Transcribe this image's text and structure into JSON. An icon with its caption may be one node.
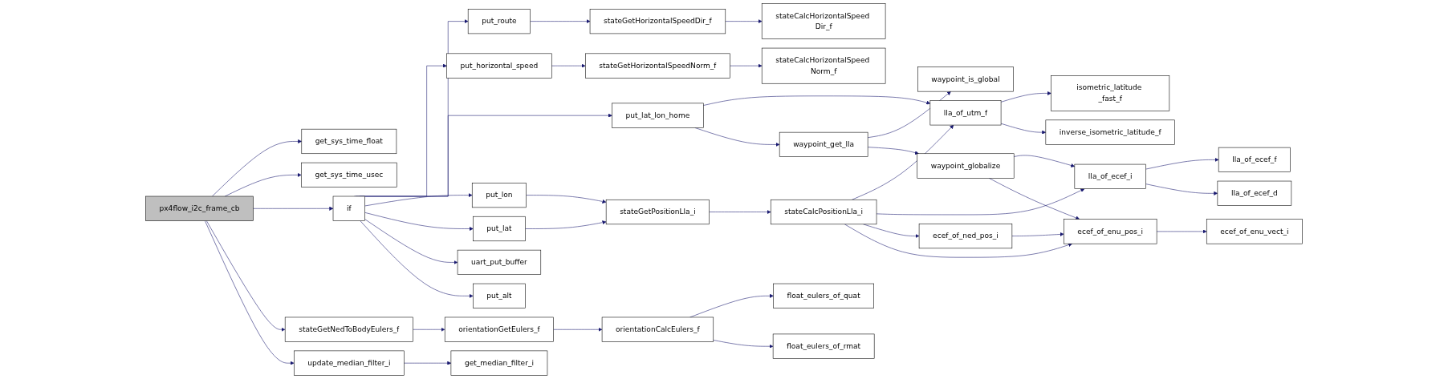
{
  "diagram": {
    "nodes": [
      {
        "text": [
          "px4flow_i2c_frame_cb"
        ]
      },
      {
        "text": [
          "get_sys_time_float"
        ]
      },
      {
        "text": [
          "get_sys_time_usec"
        ]
      },
      {
        "text": [
          "if"
        ]
      },
      {
        "text": [
          "stateGetNedToBodyEulers_f"
        ]
      },
      {
        "text": [
          "update_median_filter_i"
        ]
      },
      {
        "text": [
          "put_route"
        ]
      },
      {
        "text": [
          "put_horizontal_speed"
        ]
      },
      {
        "text": [
          "put_lat_lon_home"
        ]
      },
      {
        "text": [
          "put_lon"
        ]
      },
      {
        "text": [
          "put_lat"
        ]
      },
      {
        "text": [
          "uart_put_buffer"
        ]
      },
      {
        "text": [
          "put_alt"
        ]
      },
      {
        "text": [
          "orientationGetEulers_f"
        ]
      },
      {
        "text": [
          "get_median_filter_i"
        ]
      },
      {
        "text": [
          "stateGetHorizontalSpeedDir_f"
        ]
      },
      {
        "text": [
          "stateGetHorizontalSpeedNorm_f"
        ]
      },
      {
        "text": [
          "waypoint_get_lla"
        ]
      },
      {
        "text": [
          "stateGetPositionLla_i"
        ]
      },
      {
        "text": [
          "orientationCalcEulers_f"
        ]
      },
      {
        "text": [
          "stateCalcHorizontalSpeed Dir_f"
        ]
      },
      {
        "text": [
          "stateCalcHorizontalSpeed Norm_f"
        ]
      },
      {
        "text": [
          "waypoint_is_global"
        ]
      },
      {
        "text": [
          "waypoint_globalize"
        ]
      },
      {
        "text": [
          "stateCalcPositionLla_i"
        ]
      },
      {
        "text": [
          "float_eulers_of_quat"
        ]
      },
      {
        "text": [
          "float_eulers_of_rmat"
        ]
      },
      {
        "text": [
          "lla_of_utm_f"
        ]
      },
      {
        "text": [
          "lla_of_ecef_i"
        ]
      },
      {
        "text": [
          "ecef_of_ned_pos_i"
        ]
      },
      {
        "text": [
          "ecef_of_enu_pos_i"
        ]
      },
      {
        "text": [
          "isometric_latitude _fast_f"
        ]
      },
      {
        "text": [
          "inverse_isometric_latitude_f"
        ]
      },
      {
        "text": [
          "lla_of_ecef_f"
        ]
      },
      {
        "text": [
          "lla_of_ecef_d"
        ]
      },
      {
        "text": [
          "ecef_of_enu_vect_i"
        ]
      }
    ],
    "edges": [
      {
        "from": 0,
        "to": 1,
        "arrow": "to"
      },
      {
        "from": 0,
        "to": 2,
        "arrow": "to"
      },
      {
        "from": 0,
        "to": 3,
        "arrow": "to"
      },
      {
        "from": 0,
        "to": 4,
        "arrow": "to"
      },
      {
        "from": 0,
        "to": 5,
        "arrow": "to"
      },
      {
        "from": 3,
        "to": 6,
        "arrow": "to"
      },
      {
        "from": 3,
        "to": 7,
        "arrow": "to"
      },
      {
        "from": 3,
        "to": 8,
        "arrow": "to"
      },
      {
        "from": 3,
        "to": 9,
        "arrow": "to"
      },
      {
        "from": 3,
        "to": 10,
        "arrow": "to"
      },
      {
        "from": 3,
        "to": 11,
        "arrow": "to"
      },
      {
        "from": 3,
        "to": 12,
        "arrow": "to"
      },
      {
        "from": 4,
        "to": 13,
        "arrow": "to"
      },
      {
        "from": 5,
        "to": 14,
        "arrow": "to"
      },
      {
        "from": 6,
        "to": 15,
        "arrow": "to"
      },
      {
        "from": 7,
        "to": 16,
        "arrow": "to"
      },
      {
        "from": 8,
        "to": 27,
        "arrow": "to"
      },
      {
        "from": 8,
        "to": 17,
        "arrow": "to"
      },
      {
        "from": 9,
        "to": 18,
        "arrow": "to"
      },
      {
        "from": 10,
        "to": 18,
        "arrow": "to"
      },
      {
        "from": 13,
        "to": 19,
        "arrow": "to"
      },
      {
        "from": 15,
        "to": 20,
        "arrow": "to"
      },
      {
        "from": 16,
        "to": 21,
        "arrow": "to"
      },
      {
        "from": 17,
        "to": 22,
        "arrow": "to"
      },
      {
        "from": 17,
        "to": 23,
        "arrow": "to"
      },
      {
        "from": 18,
        "to": 24,
        "arrow": "to"
      },
      {
        "from": 19,
        "to": 25,
        "arrow": "to"
      },
      {
        "from": 19,
        "to": 26,
        "arrow": "to"
      },
      {
        "from": 23,
        "to": 28,
        "arrow": "to"
      },
      {
        "from": 23,
        "to": 30,
        "arrow": "to"
      },
      {
        "from": 24,
        "to": 27,
        "arrow": "to"
      },
      {
        "from": 24,
        "to": 28,
        "arrow": "to"
      },
      {
        "from": 24,
        "to": 29,
        "arrow": "to"
      },
      {
        "from": 24,
        "to": 30,
        "arrow": "to"
      },
      {
        "from": 27,
        "to": 31,
        "arrow": "to"
      },
      {
        "from": 27,
        "to": 32,
        "arrow": "to"
      },
      {
        "from": 28,
        "to": 33,
        "arrow": "to"
      },
      {
        "from": 28,
        "to": 34,
        "arrow": "to"
      },
      {
        "from": 29,
        "to": 30,
        "arrow": "to"
      },
      {
        "from": 30,
        "to": 35,
        "arrow": "to"
      }
    ]
  }
}
